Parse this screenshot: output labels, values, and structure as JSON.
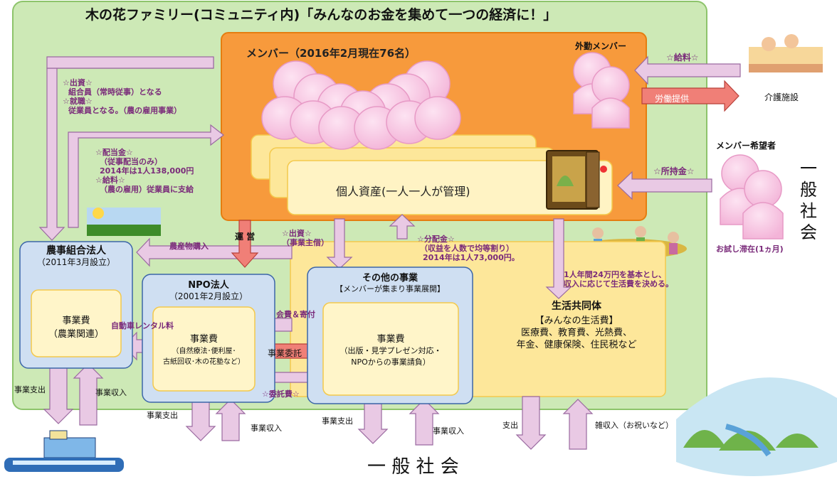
{
  "title": "木の花ファミリー(コミュニティ内)「みんなのお金を集めて一つの経済に！」",
  "members": {
    "label": "メンバー（2016年2月現在76名）",
    "assets": "個人資産(一人一人が管理)",
    "outside_workers": "外勤メンバー"
  },
  "care": {
    "label": "介護施設",
    "salary": "☆給料☆",
    "labor": "労働提供"
  },
  "candidates": {
    "label": "メンバー希望者",
    "holdings": "☆所持金☆",
    "trial": "お試し滞在(1ヵ月)"
  },
  "general_society": {
    "vertical": "一般社会",
    "bottom": "一 般 社 会"
  },
  "left_notes": {
    "line1": "☆出資☆",
    "line2": "組合員（常時従事）となる",
    "line3": "☆就職☆",
    "line4": "従業員となる。（農の雇用事業）"
  },
  "dividend_notes": {
    "line1": "☆配当金☆",
    "line2": "（従事配当のみ）",
    "line3": "2014年は1人138,000円",
    "line4": "☆給料☆",
    "line5": "（農の雇用）従業員に支給"
  },
  "unei": "運 営",
  "invest2": {
    "line1": "☆出資☆",
    "line2": "（事業主借）"
  },
  "distribution": {
    "line1": "☆分配金☆",
    "line2": "（収益を人数で均等割り）",
    "line3": "2014年は1人73,000円。"
  },
  "living_note": {
    "line1": "1人年間24万円を基本とし、",
    "line2": "収入に応じて生活費を決める。"
  },
  "farm": {
    "title": "農事組合法人",
    "sub": "（2011年3月設立）",
    "inner1": "事業費",
    "inner2": "（農業関連）",
    "purchase": "農産物購入",
    "expense": "事業支出",
    "income": "事業収入"
  },
  "npo": {
    "title": "NPO法人",
    "sub": "（2001年2月設立）",
    "inner1": "事業費",
    "inner2": "（自然療法･便利屋･",
    "inner3": "古紙回収･木の花塾など）",
    "car_rental": "自動車レンタル料",
    "fees": "会費＆寄付",
    "consign": "事業委託",
    "consign_fee": "☆委託費☆",
    "expense": "事業支出",
    "income": "事業収入"
  },
  "other": {
    "title": "その他の事業",
    "sub": "【メンバーが集まり事業展開】",
    "inner1": "事業費",
    "inner2": "（出版・見学プレゼン対応・",
    "inner3": "NPOからの事業請負）",
    "expense": "事業支出",
    "income": "事業収入"
  },
  "living": {
    "title": "生活共同体",
    "sub": "【みんなの生活費】",
    "line1": "医療費、教育費、光熱費、",
    "line2": "年金、健康保険、住民税など",
    "expense": "支出",
    "income": "雑収入（お祝いなど）"
  },
  "colors": {
    "outer": "#cde9b6",
    "orange": "#f79a3c",
    "pink_arrow": "#e9c9e4",
    "salmon_arrow": "#f07f77",
    "yellow": "#fde79a",
    "blue_box": "#cfdff2",
    "purple_text": "#7a2a7a"
  }
}
